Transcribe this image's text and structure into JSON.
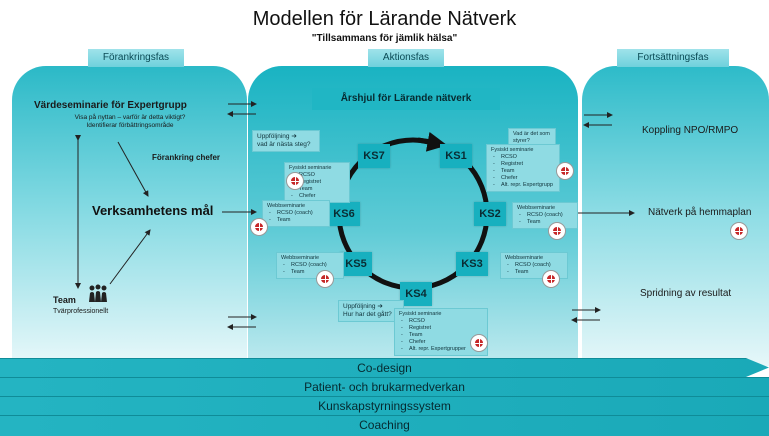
{
  "title": "Modellen för Lärande Nätverk",
  "subtitle": "\"Tillsammans för jämlik hälsa\"",
  "phases": {
    "left": "Förankringsfas",
    "middle": "Aktionsfas",
    "right": "Fortsättningsfas"
  },
  "left": {
    "seminar_title": "Värdeseminarie för Expertgrupp",
    "seminar_line1": "Visa på nyttan – varför är detta viktigt?",
    "seminar_line2": "Identifierar förbättringsområde",
    "anchor_leaders": "Förankring chefer",
    "goals": "Verksamhetens mål",
    "team": "Team",
    "team_sub": "Tvärprofessionellt"
  },
  "middle": {
    "wheel_title": "Årshjul för Lärande nätverk",
    "ks": {
      "ks1": "KS1",
      "ks2": "KS2",
      "ks3": "KS3",
      "ks4": "KS4",
      "ks5": "KS5",
      "ks6": "KS6",
      "ks7": "KS7"
    },
    "followup_top": {
      "line1": "Uppföljning ➔",
      "line2": "vad är nästa steg?"
    },
    "seminar_top_left": {
      "title": "Fysiskt seminarie",
      "items": [
        "RCSO",
        "Registret",
        "Team",
        "Chefer"
      ]
    },
    "question_top_right": {
      "line1": "Vad är det som",
      "line2": "styrer?"
    },
    "seminar_top_right": {
      "title": "Fysiskt seminarie",
      "items": [
        "RCSO",
        "Registret",
        "Team",
        "Chefer",
        "Alt. repr. Expertgrupp"
      ]
    },
    "web_ks6": {
      "title": "Webbseminarie",
      "items": [
        "RCSO (coach)",
        "Team"
      ]
    },
    "web_ks2": {
      "title": "Webbseminarie",
      "items": [
        "RCSO (coach)",
        "Team"
      ]
    },
    "web_ks5": {
      "title": "Webbseminarie",
      "items": [
        "RCSO (coach)",
        "Team"
      ]
    },
    "web_ks3": {
      "title": "Webbseminarie",
      "items": [
        "RCSO (coach)",
        "Team"
      ]
    },
    "followup_bottom": {
      "line1": "Uppföljning ➔",
      "line2": "Hur har det gått?"
    },
    "seminar_bottom": {
      "title": "Fysiskt seminarie",
      "items": [
        "RCSO",
        "Registret",
        "Team",
        "Chefer",
        "Alt. repr. Expertgrupper"
      ]
    }
  },
  "right": {
    "item1": "Koppling NPO/RMPO",
    "item2": "Nätverk på hemmaplan",
    "item3": "Spridning av resultat"
  },
  "bands": [
    "Co-design",
    "Patient- och brukarmedverkan",
    "Kunskapstyrningssystem",
    "Coaching"
  ]
}
